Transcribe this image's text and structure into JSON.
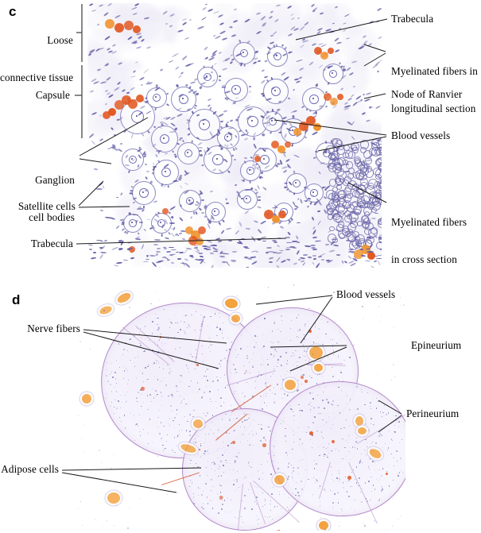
{
  "figure": {
    "panels": [
      {
        "letter": "c",
        "name": "ganglion-micrograph",
        "labels": [
          {
            "id": "loose-connective-tissue",
            "text": "Loose\nconnective tissue",
            "side": "left",
            "connector": "bracket"
          },
          {
            "id": "capsule",
            "text": "Capsule",
            "side": "left",
            "connector": "bracket"
          },
          {
            "id": "ganglion-cell-bodies",
            "text": "Ganglion\ncell bodies",
            "side": "left",
            "connector": "leader"
          },
          {
            "id": "satellite-cells",
            "text": "Satellite cells",
            "side": "left",
            "connector": "leader"
          },
          {
            "id": "trabecula-left",
            "text": "Trabecula",
            "side": "left",
            "connector": "leader"
          },
          {
            "id": "trabecula-right",
            "text": "Trabecula",
            "side": "right",
            "connector": "leader"
          },
          {
            "id": "myelinated-fibers-longitudinal",
            "text": "Myelinated fibers in\nlongitudinal section",
            "side": "right",
            "connector": "leader"
          },
          {
            "id": "node-of-ranvier",
            "text": "Node of Ranvier",
            "side": "right",
            "connector": "leader"
          },
          {
            "id": "blood-vessels-c",
            "text": "Blood vessels",
            "side": "right",
            "connector": "leader"
          },
          {
            "id": "myelinated-fibers-cross",
            "text": "Myelinated fibers\nin cross section",
            "side": "right",
            "connector": "leader"
          }
        ]
      },
      {
        "letter": "d",
        "name": "peripheral-nerve-micrograph",
        "labels": [
          {
            "id": "nerve-fibers",
            "text": "Nerve fibers",
            "side": "left",
            "connector": "leader"
          },
          {
            "id": "adipose-cells",
            "text": "Adipose cells",
            "side": "left",
            "connector": "leader"
          },
          {
            "id": "blood-vessels-d",
            "text": "Blood vessels",
            "side": "right",
            "connector": "leader"
          },
          {
            "id": "epineurium",
            "text": "Epineurium",
            "side": "right",
            "connector": "leader"
          },
          {
            "id": "perineurium",
            "text": "Perineurium",
            "side": "right",
            "connector": "leader"
          }
        ]
      }
    ]
  },
  "labels_text": {
    "c_loose_connective_tissue_l1": "Loose",
    "c_loose_connective_tissue_l2": "connective tissue",
    "c_capsule": "Capsule",
    "c_ganglion_cell_bodies_l1": "Ganglion",
    "c_ganglion_cell_bodies_l2": "cell bodies",
    "c_satellite_cells": "Satellite cells",
    "c_trabecula_left": "Trabecula",
    "c_trabecula_right": "Trabecula",
    "c_myelinated_long_l1": "Myelinated fibers in",
    "c_myelinated_long_l2": "longitudinal section",
    "c_node_of_ranvier": "Node of Ranvier",
    "c_blood_vessels": "Blood vessels",
    "c_myelinated_cross_l1": "Myelinated fibers",
    "c_myelinated_cross_l2": "in cross section",
    "d_nerve_fibers": "Nerve fibers",
    "d_adipose_cells": "Adipose cells",
    "d_blood_vessels": "Blood vessels",
    "d_epineurium": "Epineurium",
    "d_perineurium": "Perineurium",
    "panel_c_letter": "c",
    "panel_d_letter": "d"
  },
  "colors": {
    "background": "#ffffff",
    "text": "#000000",
    "leader_line": "#1a1a1a",
    "bracket_line": "#555555",
    "nuclei_purple": "#5d5aa3",
    "tissue_lavender": "#efecf7",
    "erythrocyte_orange": "#e2571f",
    "adipose_orange": "#f4a13a",
    "perineurium_violet": "#b488c9"
  }
}
